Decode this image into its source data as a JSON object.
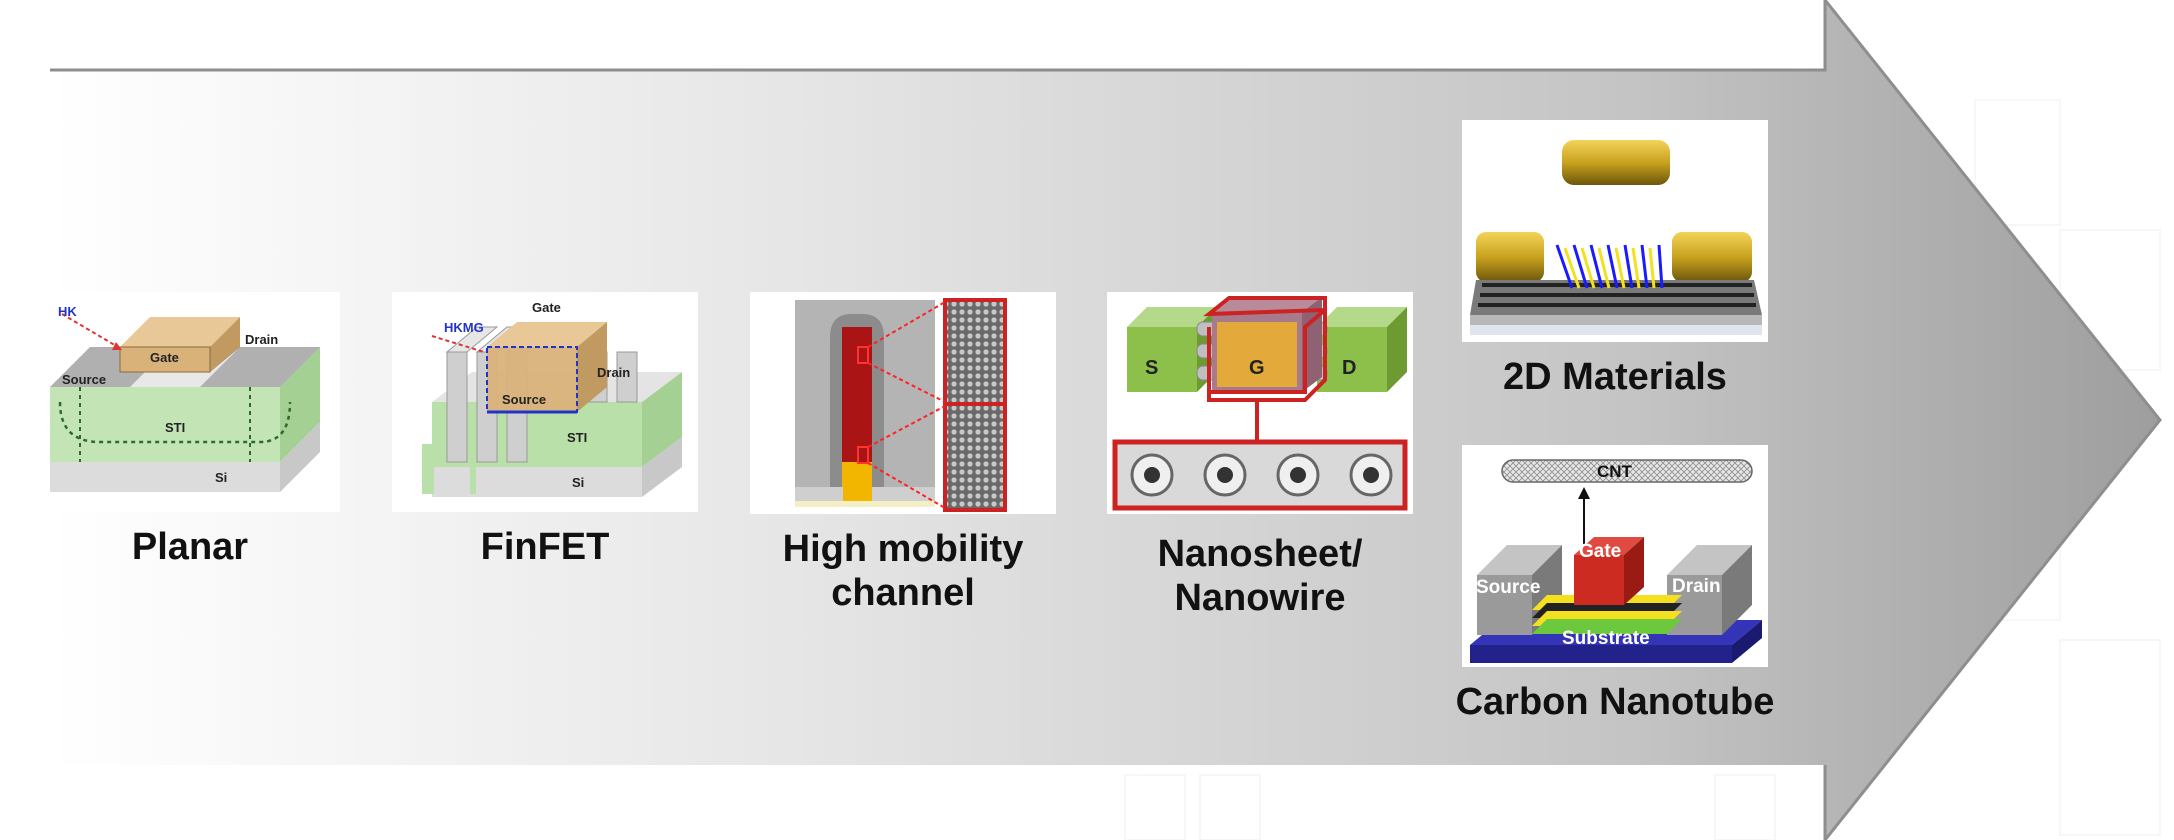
{
  "stages": [
    {
      "caption": "Planar",
      "labels": {
        "hk": "HK",
        "gate": "Gate",
        "drain": "Drain",
        "source": "Source",
        "sti": "STI",
        "si": "Si"
      }
    },
    {
      "caption": "FinFET",
      "labels": {
        "gate": "Gate",
        "hkmg": "HKMG",
        "drain": "Drain",
        "source": "Source",
        "sti": "STI",
        "si": "Si"
      }
    },
    {
      "caption_line1": "High mobility",
      "caption_line2": "channel"
    },
    {
      "caption_line1": "Nanosheet/",
      "caption_line2": "Nanowire",
      "labels": {
        "s": "S",
        "g": "G",
        "d": "D"
      }
    },
    {
      "caption": "2D Materials"
    },
    {
      "caption": "Carbon Nanotube",
      "labels": {
        "cnt": "CNT",
        "gate": "Gate",
        "source": "Source",
        "drain": "Drain",
        "substrate": "Substrate"
      }
    }
  ],
  "colors": {
    "gate": "#d9b27a",
    "sti": "#b8e0a8",
    "hk_blue": "#2233cc",
    "nano_green": "#8dc04a",
    "highlight_red": "#cc2222",
    "substrate_blue": "#2a2aa0",
    "cnt_gate_red": "#cc2b22"
  }
}
